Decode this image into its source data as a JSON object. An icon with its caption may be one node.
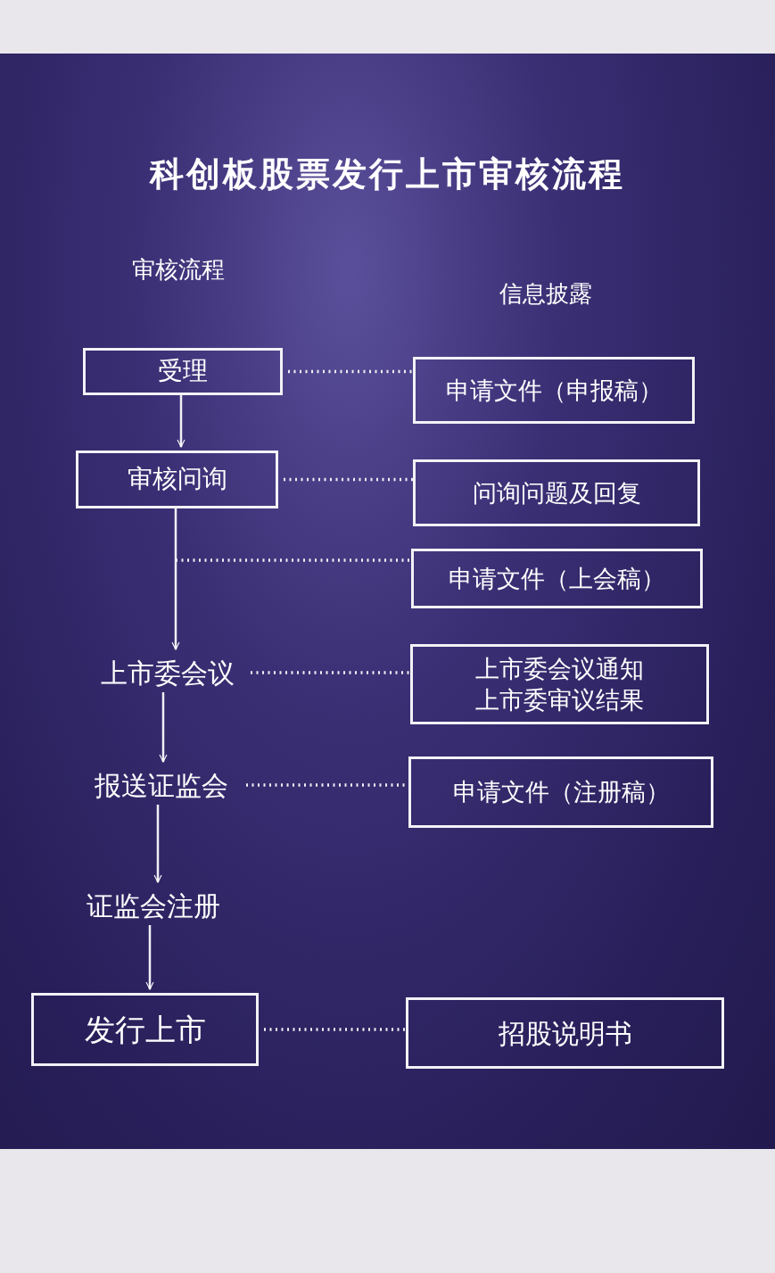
{
  "diagram": {
    "title": "科创板股票发行上市审核流程",
    "nodes": [
      {
        "text": [
          "受理"
        ]
      },
      {
        "text": [
          "审核问询"
        ]
      },
      {
        "text": [
          "上市委会议"
        ]
      },
      {
        "text": [
          "报送证监会"
        ]
      },
      {
        "text": [
          "证监会注册"
        ]
      },
      {
        "text": [
          "发行上市"
        ]
      },
      {
        "text": [
          "申请文件（申报稿）"
        ]
      },
      {
        "text": [
          "问询问题及回复"
        ]
      },
      {
        "text": [
          "申请文件（上会稿）"
        ]
      },
      {
        "text": [
          "上市委会议通知",
          "上市委审议结果"
        ]
      },
      {
        "text": [
          "申请文件（注册稿）"
        ]
      },
      {
        "text": [
          "招股说明书"
        ]
      }
    ],
    "edges": [
      {
        "from": 0,
        "to": 1,
        "arrow": "to"
      },
      {
        "from": 1,
        "to": 2,
        "arrow": "to"
      },
      {
        "from": 2,
        "to": 3,
        "arrow": "to"
      },
      {
        "from": 3,
        "to": 4,
        "arrow": "to"
      },
      {
        "from": 4,
        "to": 5,
        "arrow": "to"
      },
      {
        "from": 0,
        "to": 6,
        "arrow": "none",
        "style": "dashed"
      },
      {
        "from": 1,
        "to": 7,
        "arrow": "none",
        "style": "dashed"
      },
      {
        "from": null,
        "to": 8,
        "arrow": "none",
        "style": "dashed"
      },
      {
        "from": 2,
        "to": 9,
        "arrow": "none",
        "style": "dashed"
      },
      {
        "from": 3,
        "to": 10,
        "arrow": "none",
        "style": "dashed"
      },
      {
        "from": 5,
        "to": 11,
        "arrow": "none",
        "style": "dashed"
      }
    ],
    "labels": [
      "审核流程",
      "信息披露"
    ]
  }
}
